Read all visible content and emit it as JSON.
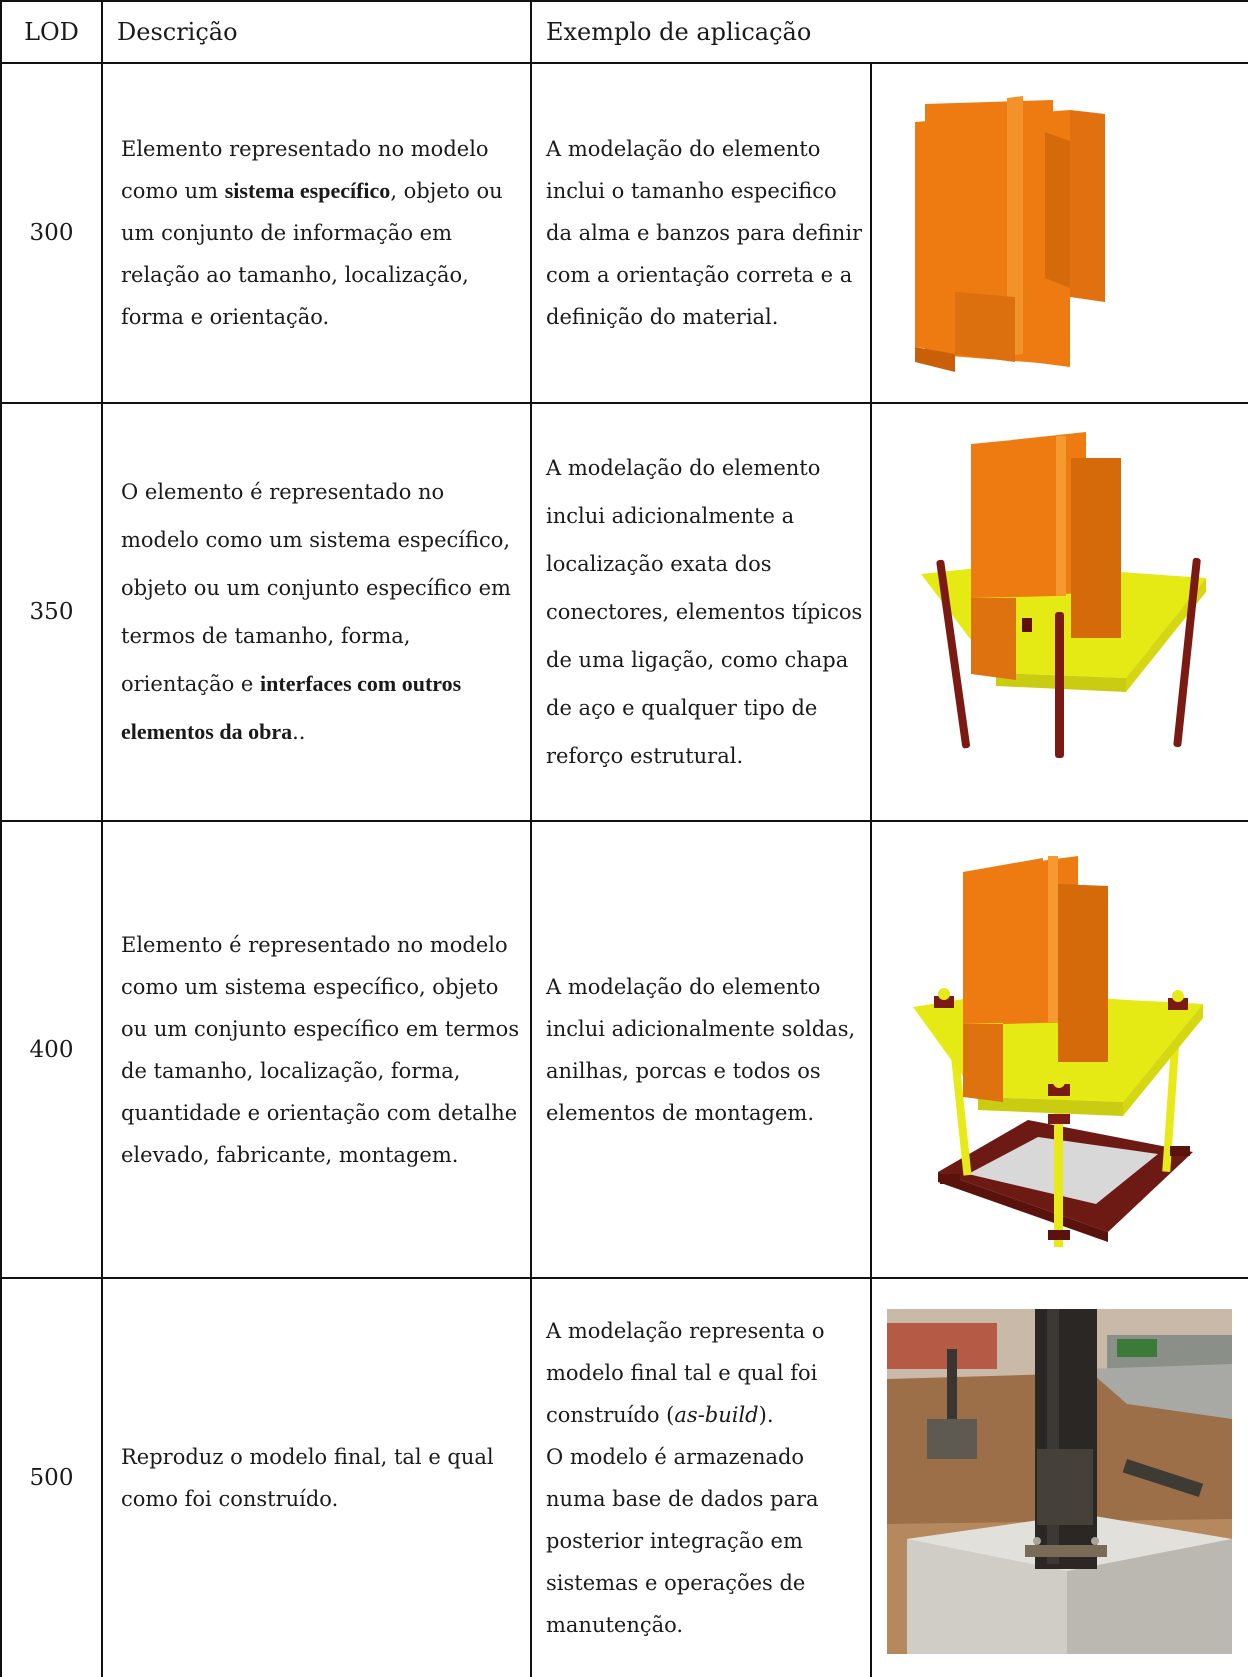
{
  "header": {
    "lod": "LOD",
    "descricao": "Descrição",
    "exemplo": "Exemplo de aplicação"
  },
  "rows": [
    {
      "lod": "300",
      "desc_pre": "Elemento representado no modelo como um ",
      "desc_bold": "sistema específico",
      "desc_post": ", objeto ou um conjunto de informação em relação ao tamanho, localização, forma e orientação.",
      "exemplo": "A modelação do elemento inclui o tamanho especifico da alma e banzos para definir com a orientação correta e a definição do material.",
      "figure": "steel-column-icon"
    },
    {
      "lod": "350",
      "desc_pre": "O elemento é representado no modelo como um sistema específico, objeto ou um conjunto específico em termos de tamanho, forma, orientação e ",
      "desc_bold": "interfaces com outros elementos da obra",
      "desc_post": "..",
      "exemplo": "A modelação do elemento inclui adicionalmente a localização exata dos conectores, elementos típicos de uma ligação, como chapa de aço e qualquer tipo de reforço estrutural.",
      "figure": "column-base-plate-anchors-icon"
    },
    {
      "lod": "400",
      "desc": "Elemento é representado no modelo como um sistema específico, objeto ou um conjunto específico em termos de tamanho, localização, forma, quantidade e orientação com detalhe elevado, fabricante, montagem.",
      "exemplo": "A modelação do elemento inclui adicionalmente soldas, anilhas, porcas e todos os elementos de montagem.",
      "figure": "column-base-assembly-icon"
    },
    {
      "lod": "500",
      "desc": "Reproduz o modelo final, tal e qual como foi construído.",
      "exemplo_pre": "A modelação representa o modelo final tal e qual foi construído (",
      "exemplo_em": "as-build",
      "exemplo_post": ").",
      "exemplo2": "O modelo é armazenado numa base de dados para posterior integração em sistemas e operações de manutenção.",
      "figure": "construction-site-photo"
    }
  ],
  "colors": {
    "orange": "#EE7A12",
    "orange_dark": "#D56A0A",
    "yellow": "#E6EA14",
    "maroon": "#7A1A12",
    "rule": "#111111"
  }
}
